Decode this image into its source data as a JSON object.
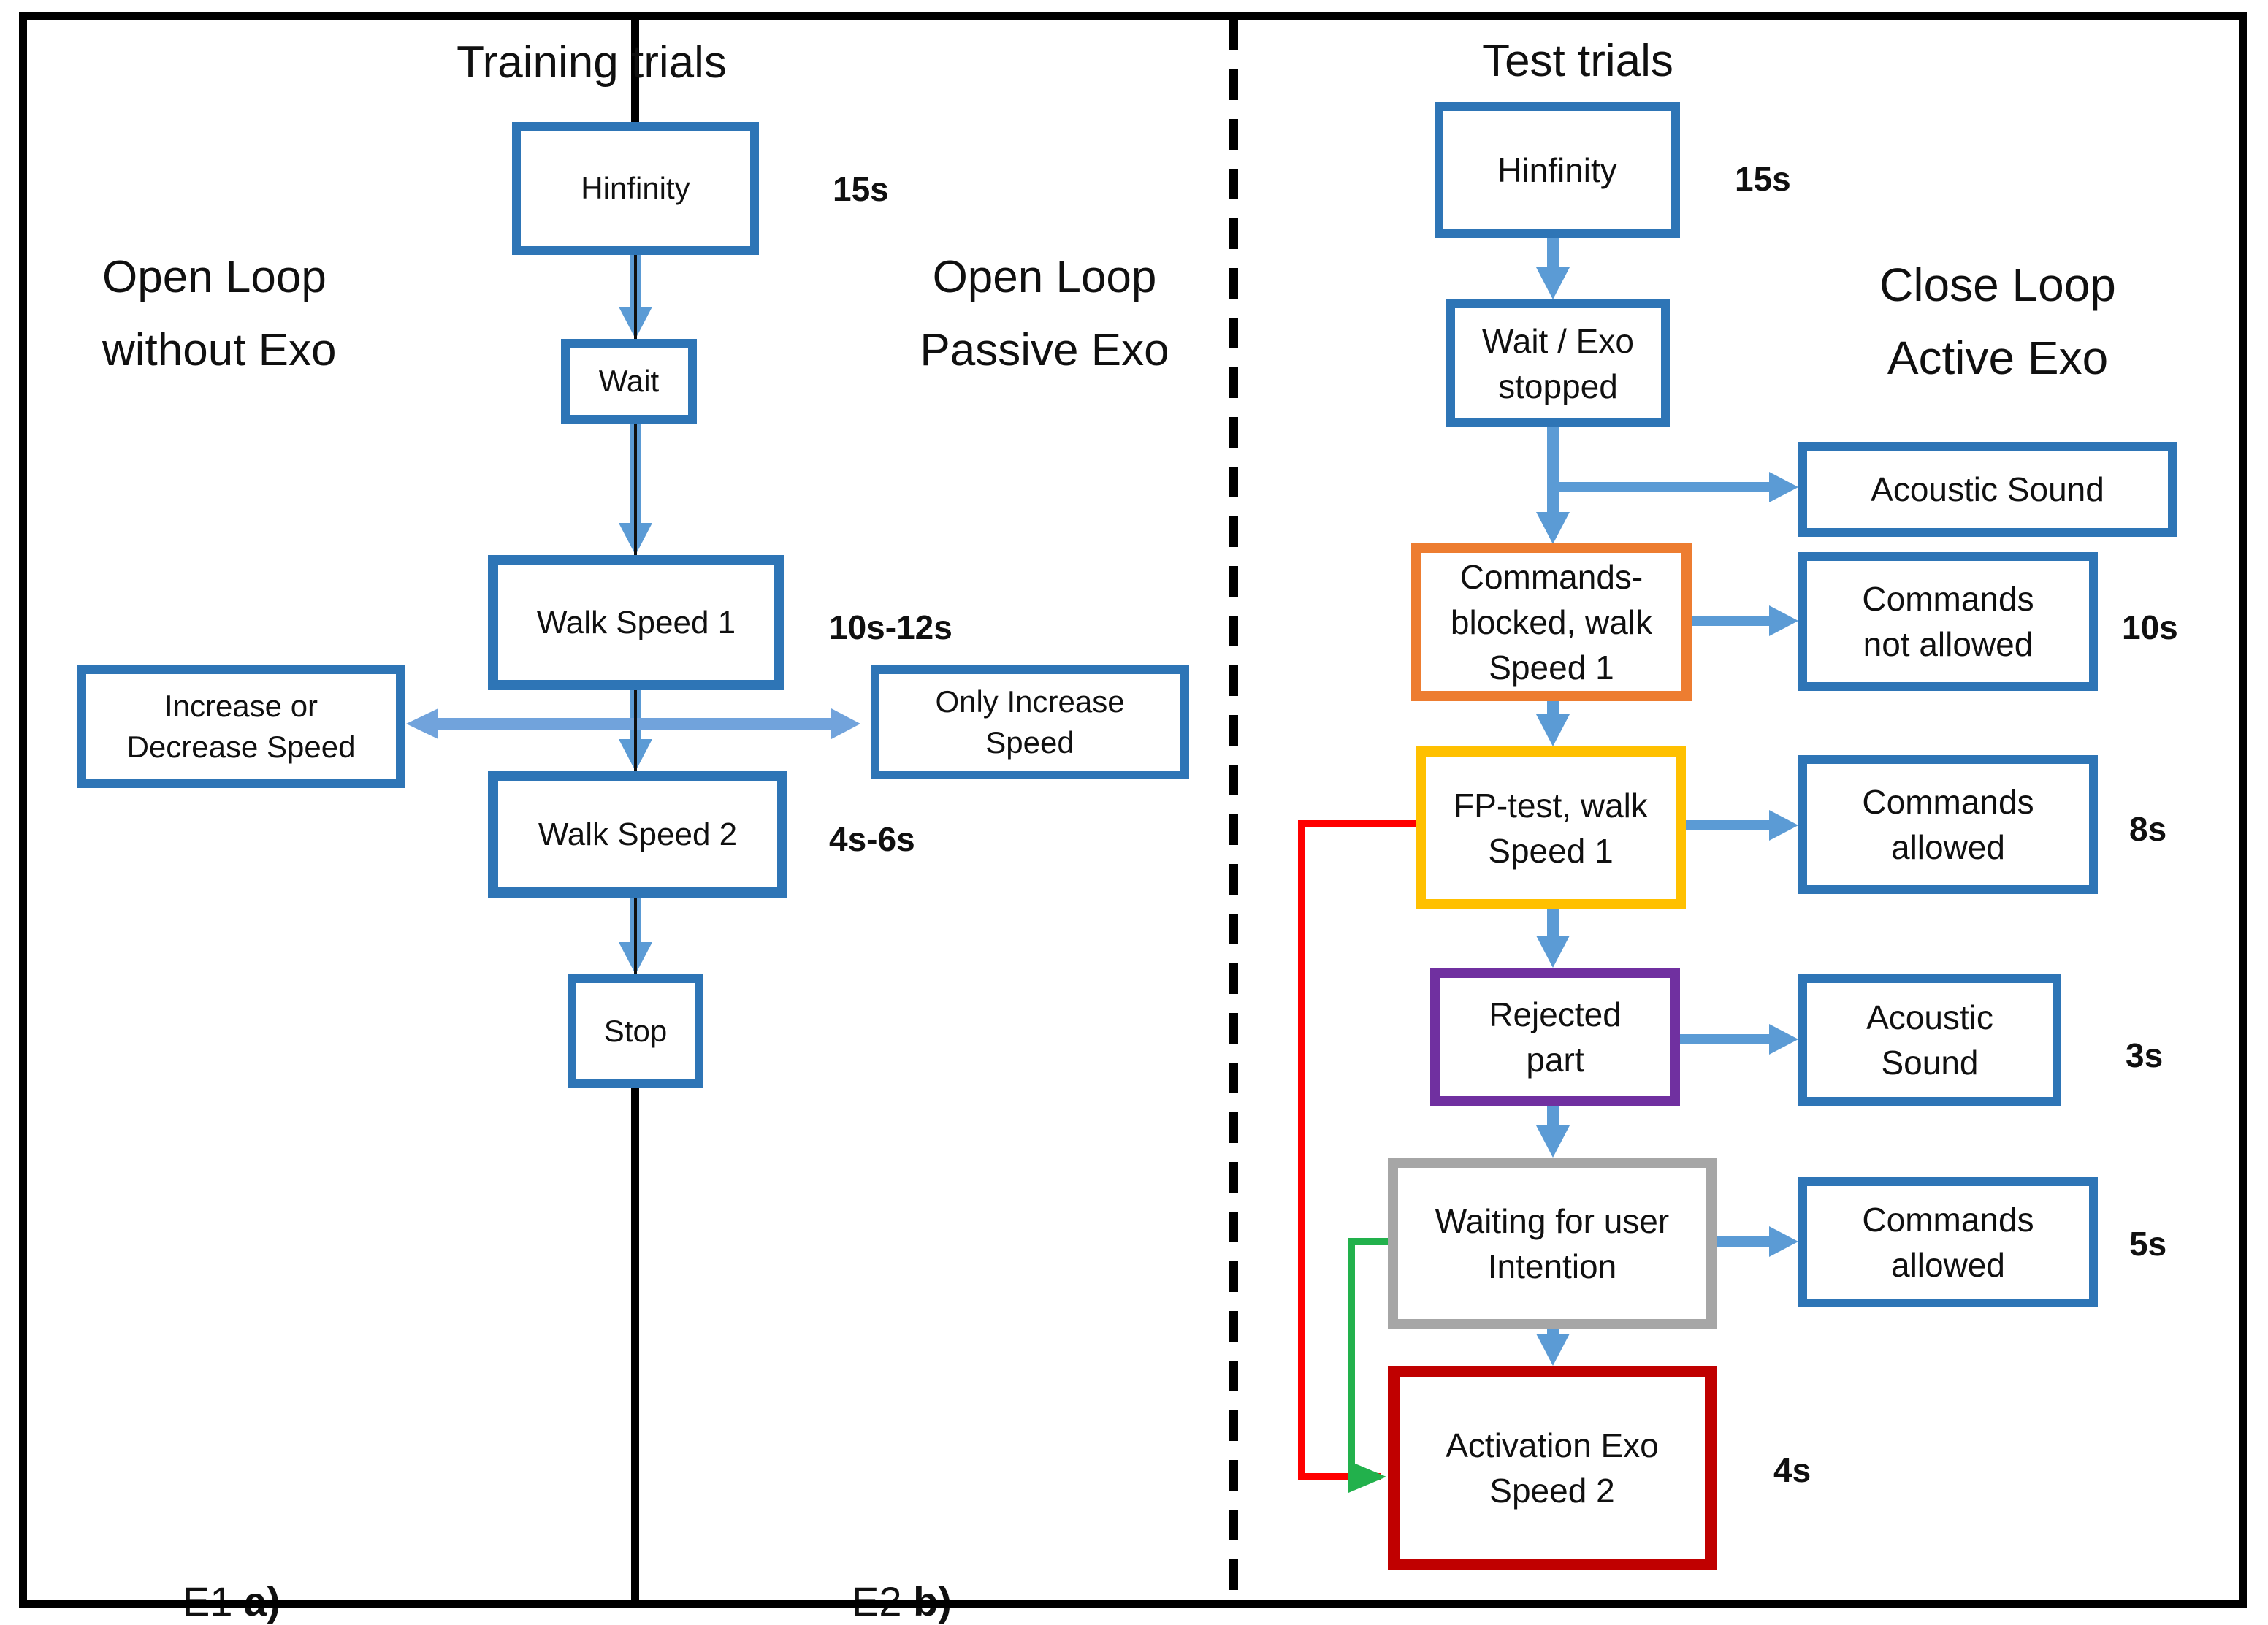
{
  "colors": {
    "box_blue": "#2E75B6",
    "arrow_blue": "#5B9BD5",
    "branch_blue": "#71A3DC",
    "orange": "#ED7D31",
    "yellow": "#FFC000",
    "purple": "#7030A0",
    "gray": "#A6A6A6",
    "dark_red": "#C00000",
    "red": "#FF0000",
    "green": "#22B14C",
    "divider_black": "#000000"
  },
  "training": {
    "title": "Training trials",
    "label_open_loop_without": "Open Loop\nwithout Exo",
    "label_open_loop_passive": "Open Loop\nPassive Exo",
    "nodes": {
      "hinfinity": "Hinfinity",
      "wait": "Wait",
      "walk_speed_1": "Walk Speed 1",
      "increase_decrease": "Increase or\nDecrease Speed",
      "only_increase": "Only Increase\nSpeed",
      "walk_speed_2": "Walk Speed 2",
      "stop": "Stop"
    },
    "times": {
      "hinfinity": "15s",
      "walk_speed_1": "10s-12s",
      "walk_speed_2": "4s-6s"
    },
    "footnote_e1": {
      "text": "E1 ",
      "bold": "a)"
    },
    "footnote_e2": {
      "text": "E2 ",
      "bold": "b)"
    }
  },
  "test": {
    "title": "Test trials",
    "label_close_loop": "Close Loop\nActive Exo",
    "nodes": {
      "hinfinity": "Hinfinity",
      "wait_exo": "Wait / Exo\nstopped",
      "acoustic_1": "Acoustic Sound",
      "commands_blocked": "Commands-\nblocked, walk\nSpeed 1",
      "commands_not_allowed": "Commands\nnot allowed",
      "fp_test": "FP-test, walk\nSpeed 1",
      "commands_allowed_1": "Commands\nallowed",
      "rejected": "Rejected\npart",
      "acoustic_2": "Acoustic\nSound",
      "waiting": "Waiting for user\nIntention",
      "commands_allowed_2": "Commands\nallowed",
      "activation": "Activation Exo\nSpeed 2"
    },
    "times": {
      "hinfinity": "15s",
      "commands_blocked": "10s",
      "fp_test": "8s",
      "rejected": "3s",
      "waiting": "5s",
      "activation": "4s"
    }
  }
}
